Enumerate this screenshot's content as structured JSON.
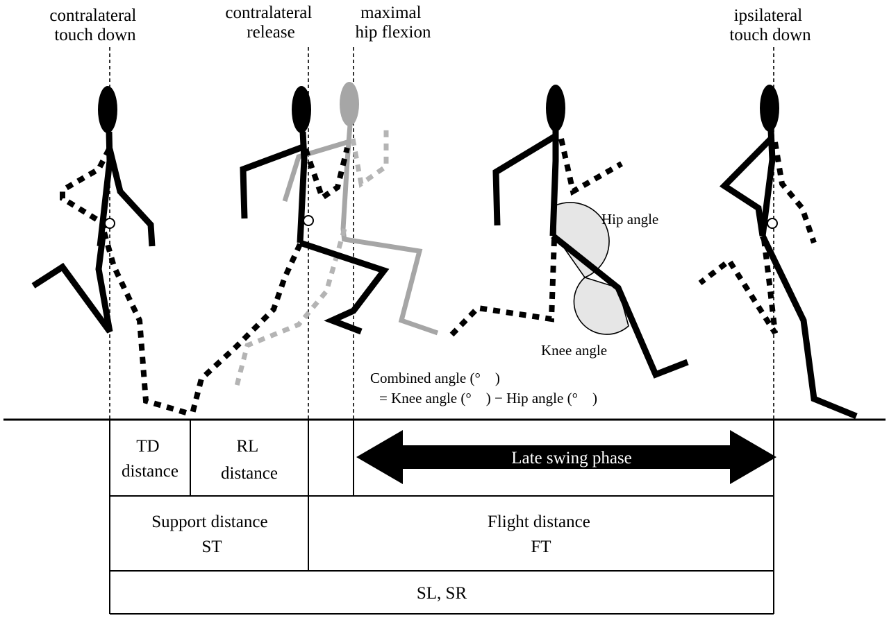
{
  "events": {
    "contralateral_touch_down": [
      "contralateral",
      "touch down"
    ],
    "contralateral_release": [
      "contralateral",
      "release"
    ],
    "maximal_hip_flexion": [
      "maximal",
      "hip flexion"
    ],
    "ipsilateral_touch_down": [
      "ipsilateral",
      "touch down"
    ]
  },
  "annotations": {
    "hip_angle": "Hip angle",
    "knee_angle": "Knee angle",
    "combined_angle_line1": "Combined angle (°　)",
    "combined_angle_line2": "= Knee angle (°　) − Hip angle (°　)"
  },
  "table": {
    "td_distance": [
      "TD",
      "distance"
    ],
    "rl_distance": [
      "RL",
      "distance"
    ],
    "late_swing_phase": "Late swing phase",
    "support_distance": [
      "Support distance",
      "ST"
    ],
    "flight_distance": [
      "Flight distance",
      "FT"
    ],
    "stride": "SL, SR"
  },
  "colors": {
    "ink": "#000000",
    "ghost_figure": "#a6a6a6",
    "angle_fill": "#e6e6e6",
    "arrow_text": "#ffffff"
  }
}
